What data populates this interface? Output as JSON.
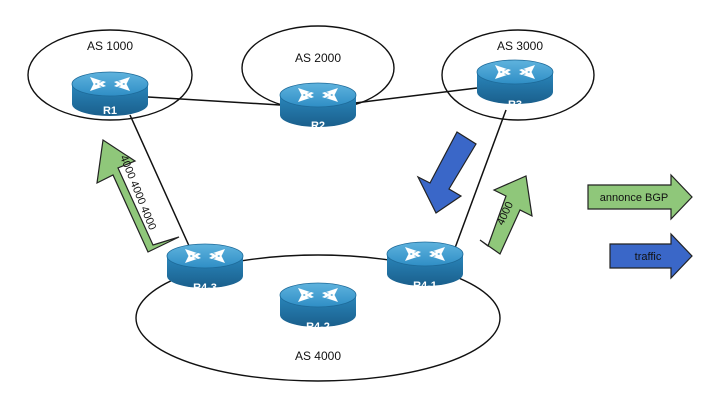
{
  "autonomous_systems": [
    {
      "id": "as1000",
      "label": "AS 1000"
    },
    {
      "id": "as2000",
      "label": "AS 2000"
    },
    {
      "id": "as3000",
      "label": "AS 3000"
    },
    {
      "id": "as4000",
      "label": "AS 4000"
    }
  ],
  "routers": [
    {
      "id": "r1",
      "label": "R1"
    },
    {
      "id": "r2",
      "label": "R2"
    },
    {
      "id": "r3",
      "label": "R3"
    },
    {
      "id": "r4-1",
      "label": "R4-1"
    },
    {
      "id": "r4-2",
      "label": "R4-2"
    },
    {
      "id": "r4-3",
      "label": "R4-3"
    }
  ],
  "annotations": {
    "path_r43_to_r1": "4000 4000 4000",
    "path_r41_to_r3": "4000"
  },
  "legend": {
    "bgp_label": "annonce BGP",
    "traffic_label": "traffic"
  },
  "colors": {
    "bgp_arrow": "#8fc77a",
    "traffic_arrow": "#3a67c8",
    "router_body": "#2f87b8"
  }
}
